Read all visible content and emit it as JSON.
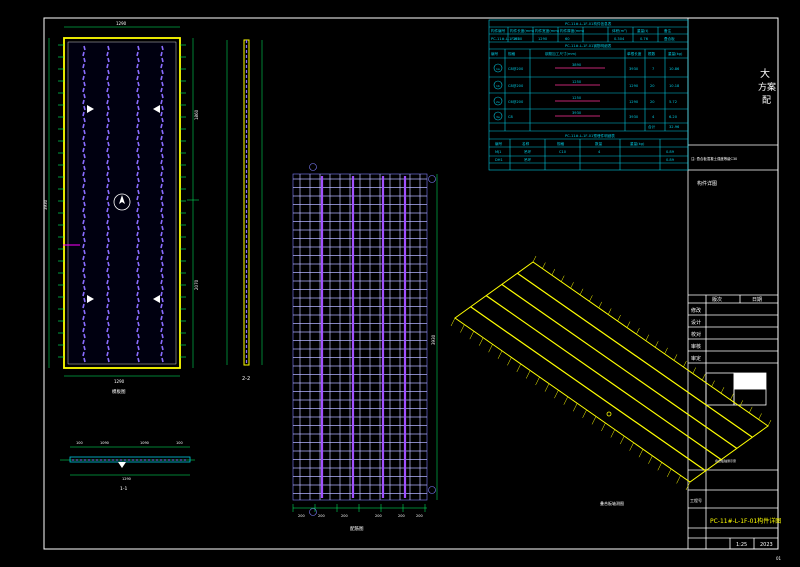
{
  "colors": {
    "background": "#000000",
    "frame": "#ffffff",
    "rebar_yellow": "#ffff00",
    "rebar_blue": "#8080ff",
    "rebar_purple": "#a050ff",
    "table_cyan": "#00c8e0",
    "dim_green": "#00ff66",
    "accent_magenta": "#ff00ff"
  },
  "title_block": {
    "chars_right": [
      "大",
      "方",
      "案",
      "配"
    ],
    "note_label": "构件详图",
    "revision_heads": [
      "版次",
      "日期"
    ],
    "row_labels": [
      "修改",
      "设计",
      "校对",
      "审核",
      "审定",
      "工程号"
    ],
    "drawing_no": "PC-11#-L-1F-01构件详图",
    "scale": "1:25",
    "sheet": "2023",
    "page_no": "01"
  },
  "tables": {
    "t1_title": "PC-11#-L-1F-01构件信息表",
    "t1_header": [
      "构件编号",
      "构件长度(mm)",
      "构件宽度(mm)",
      "构件厚度(mm)",
      "体积(m³)",
      "重量(t)",
      "备注"
    ],
    "t1_row": [
      "PC-11#-L-1F-01",
      "3930",
      "1290",
      "60",
      "0.304",
      "0.76",
      "叠合板"
    ],
    "t2_title": "PC-11#-L-1F-01钢筋明细表",
    "t2_header": [
      "编号",
      "规格",
      "钢筋加工尺寸(mm)",
      "单根长度",
      "根数",
      "重量(kg)"
    ],
    "t2_rows": [
      [
        "1a",
        "C8@200",
        "3890",
        "3930",
        "7",
        "10.86"
      ],
      [
        "1b",
        "C8@200",
        "1250",
        "1290",
        "20",
        "10.18"
      ],
      [
        "2a",
        "C6@200",
        "1250",
        "1290",
        "20",
        "5.72"
      ],
      [
        "3a",
        "C8",
        "3930",
        "3930",
        "4",
        "6.20"
      ],
      [
        "",
        "",
        "",
        "",
        "合计",
        "32.96"
      ]
    ],
    "t3_title": "PC-11#-L-1F-01预埋件明细表",
    "t3_header": [
      "编号",
      "名称",
      "规格",
      "数量",
      "重量(kg)"
    ],
    "t3_rows": [
      [
        "MJ1",
        "吊环",
        "C10",
        "4",
        "0.89"
      ],
      [
        "DH1",
        "吊环",
        "",
        "",
        "0.89"
      ]
    ],
    "small_note": "注: 叠合板混凝土强度等级C30"
  },
  "views": {
    "plan_width_dim": "1290",
    "plan_length_dim": "3930",
    "plan_seg_dims": [
      "1860",
      "2070"
    ],
    "plan_top_dim": "1290",
    "plan_label": "模板图",
    "section_22_label": "2-2",
    "section_11_label": "1-1",
    "section_11_dims": [
      "100",
      "1090",
      "1090",
      "100"
    ],
    "section_11_total": "1290",
    "rebar_plan_label": "配筋图",
    "rebar_bottom_dims": [
      "200",
      "200",
      "200",
      "200",
      "200",
      "200"
    ],
    "rebar_length_dim": "3930",
    "iso_label": "叠合板轴测图",
    "iso_tag": "叠合板轴测示意"
  }
}
